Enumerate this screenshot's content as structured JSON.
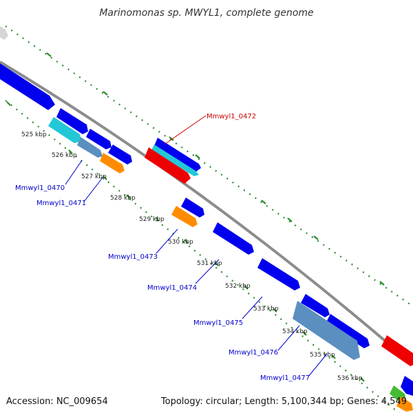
{
  "title": "Marinomonas sp. MWYL1, complete genome",
  "footer": {
    "accession": "Accession: NC_009654",
    "summary": "Topology: circular; Length: 5,100,344 bp; Genes: 4,549"
  },
  "colors": {
    "background": "#ffffff",
    "backbone": "#8c8c8c",
    "dotted_track": "#2a8a2a",
    "gene_blue": "#0000ee",
    "gene_cyan": "#22c8d8",
    "gene_steel": "#5a8fc0",
    "gene_orange": "#ff8c00",
    "gene_red": "#ee0000",
    "gene_grey": "#d6d6d6",
    "gene_green": "#44bb33",
    "label_blue": "#0000cc",
    "label_red": "#cc0000"
  },
  "ticks": [
    "525 kbp",
    "526 kbp",
    "527 kbp",
    "528 kbp",
    "529 kbp",
    "530 kbp",
    "531 kbp",
    "532 kbp",
    "533 kbp",
    "534 kbp",
    "535 kbp",
    "536 kbp"
  ],
  "gene_labels": [
    "Mmwyl1_0470",
    "Mmwyl1_0471",
    "Mmwyl1_0472",
    "Mmwyl1_0473",
    "Mmwyl1_0474",
    "Mmwyl1_0475",
    "Mmwyl1_0476",
    "Mmwyl1_0477"
  ]
}
